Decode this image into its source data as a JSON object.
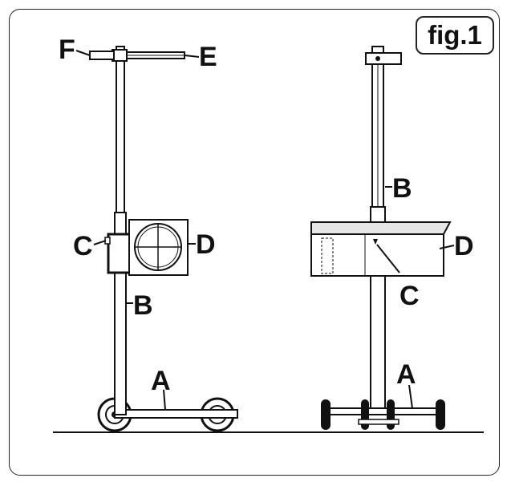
{
  "figure": {
    "title": "fig.1",
    "colors": {
      "ink": "#111111",
      "panel": "#e6e6e6",
      "background": "#ffffff"
    }
  },
  "labels": {
    "base": "A",
    "column": "B",
    "clamp": "C",
    "headlamp_box": "D",
    "visor": "E",
    "laser_pointer": "F"
  }
}
